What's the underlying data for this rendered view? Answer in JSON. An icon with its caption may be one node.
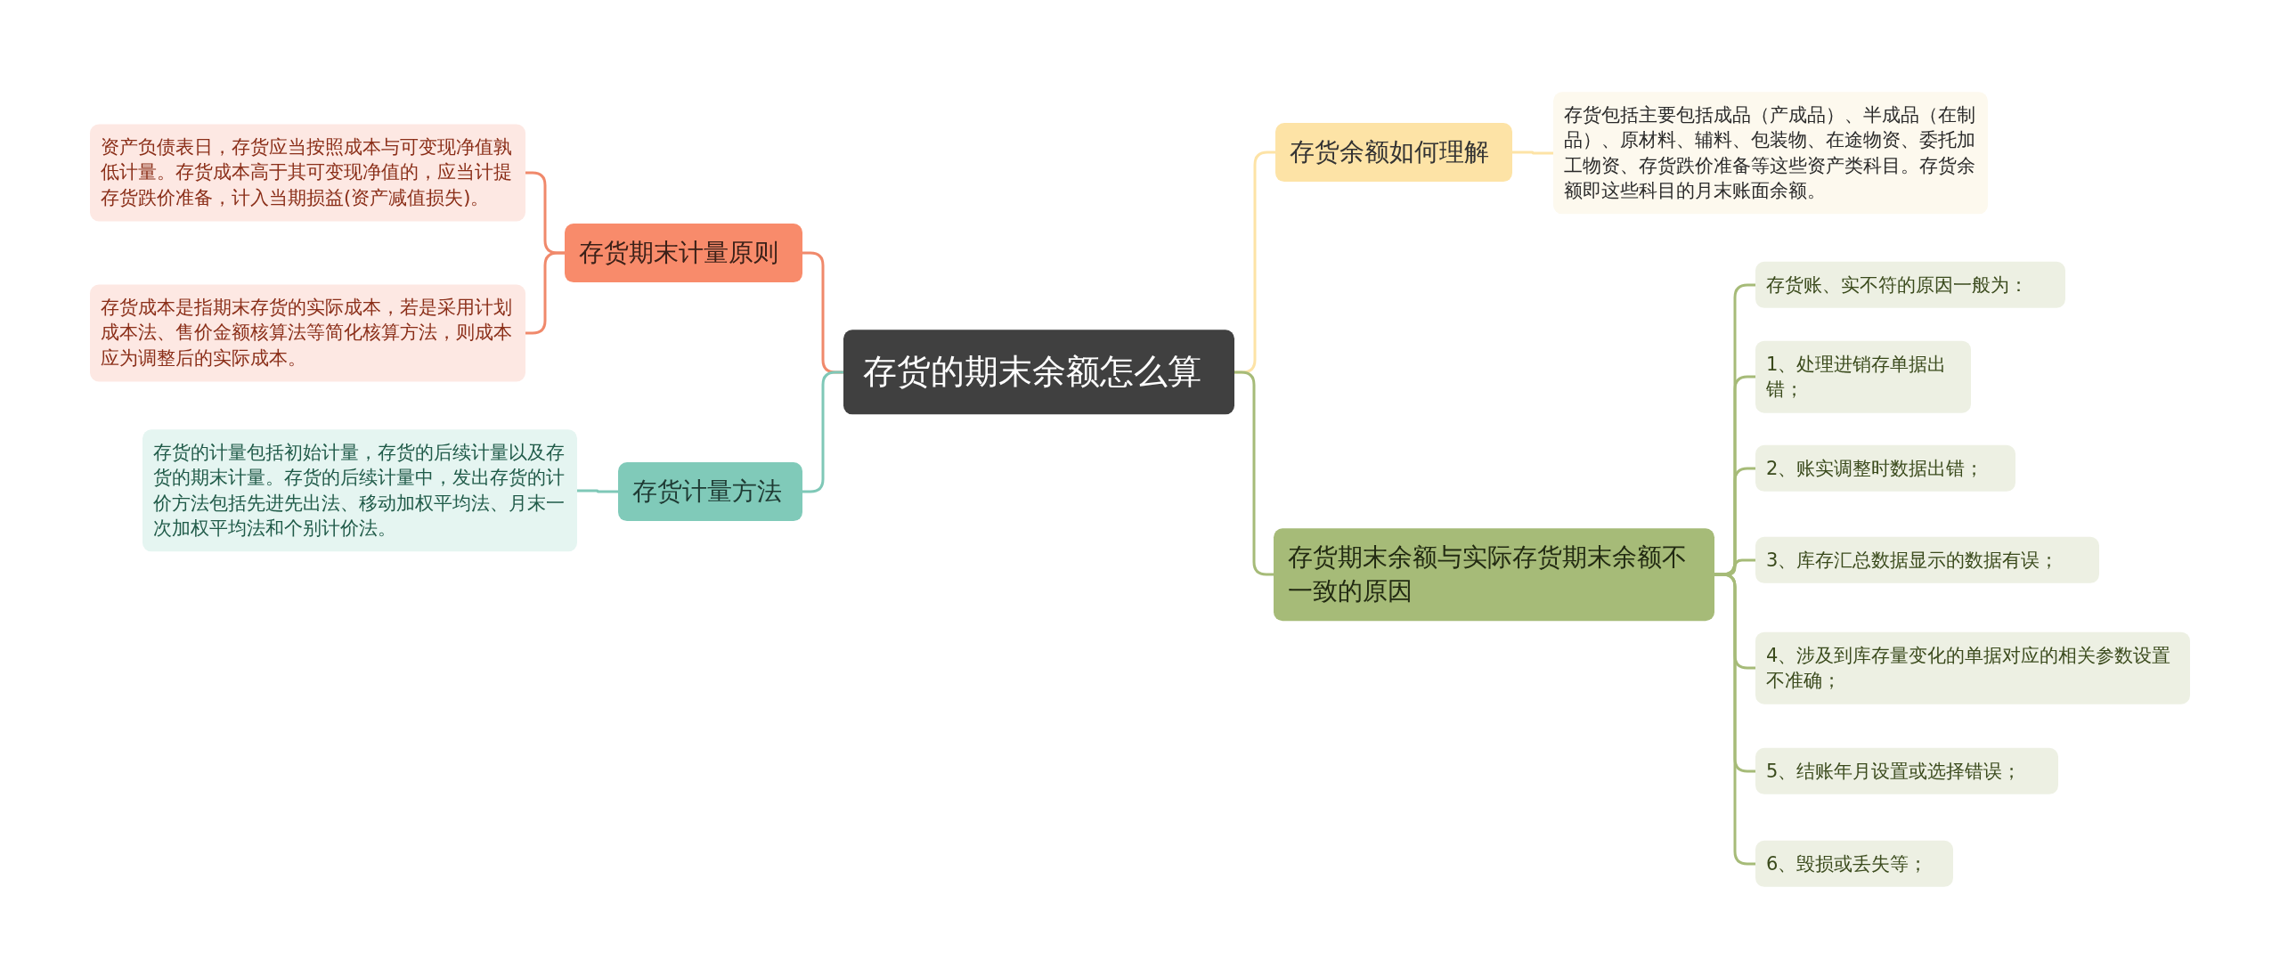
{
  "diagram": {
    "nodes": [
      {
        "text": [
          "存货的期末余额怎么算"
        ]
      },
      {
        "text": [
          "存货期末计量原则"
        ]
      },
      {
        "text": [
          "资产负债表日，存货应当按照成本与可变现净值孰低计量。存货成本高于其可变现净值的，应当计提存货跌价准备，计入当期损益(资产减值损失)。"
        ]
      },
      {
        "text": [
          "存货成本是指期末存货的实际成本，若是采用计划成本法、售价金额核算法等简化核算方法，则成本应为调整后的实际成本。"
        ]
      },
      {
        "text": [
          "存货计量方法"
        ]
      },
      {
        "text": [
          "存货的计量包括初始计量，存货的后续计量以及存货的期末计量。存货的后续计量中，发出存货的计价方法包括先进先出法、移动加权平均法、月末一次加权平均法和个别计价法。"
        ]
      },
      {
        "text": [
          "存货余额如何理解"
        ]
      },
      {
        "text": [
          "存货包括主要包括成品（产成品）、半成品（在制品）、原材料、辅料、包装物、在途物资、委托加工物资、存货跌价准备等这些资产类科目。存货余额即这些科目的月末账面余额。"
        ]
      },
      {
        "text": [
          "存货期末余额与实际存货期末余额不一致的原因"
        ]
      },
      {
        "text": [
          "存货账、实不符的原因一般为："
        ]
      },
      {
        "text": [
          "1、处理进销存单据出错；"
        ]
      },
      {
        "text": [
          "2、账实调整时数据出错；"
        ]
      },
      {
        "text": [
          "3、库存汇总数据显示的数据有误；"
        ]
      },
      {
        "text": [
          "4、涉及到库存量变化的单据对应的相关参数设置不准确；"
        ]
      },
      {
        "text": [
          "5、结账年月设置或选择错误；"
        ]
      },
      {
        "text": [
          "6、毁损或丢失等；"
        ]
      }
    ],
    "edges": [
      {
        "from": 0,
        "to": 1,
        "arrow": "none",
        "color": "#f0896b"
      },
      {
        "from": 1,
        "to": 2,
        "arrow": "none",
        "color": "#f0896b"
      },
      {
        "from": 1,
        "to": 3,
        "arrow": "none",
        "color": "#f0896b"
      },
      {
        "from": 0,
        "to": 4,
        "arrow": "none",
        "color": "#7fc8b7"
      },
      {
        "from": 4,
        "to": 5,
        "arrow": "none",
        "color": "#7fc8b7"
      },
      {
        "from": 0,
        "to": 6,
        "arrow": "none",
        "color": "#fde3a6"
      },
      {
        "from": 6,
        "to": 7,
        "arrow": "none",
        "color": "#fde3a6"
      },
      {
        "from": 0,
        "to": 8,
        "arrow": "none"
      },
      {
        "from": 8,
        "to": 9,
        "arrow": "none"
      },
      {
        "from": 8,
        "to": 10,
        "arrow": "none"
      },
      {
        "from": 8,
        "to": 11,
        "arrow": "none"
      },
      {
        "from": 8,
        "to": 12,
        "arrow": "none"
      },
      {
        "from": 8,
        "to": 13,
        "arrow": "none"
      },
      {
        "from": 8,
        "to": 14,
        "arrow": "none"
      },
      {
        "from": 8,
        "to": 15,
        "arrow": "none"
      }
    ]
  }
}
